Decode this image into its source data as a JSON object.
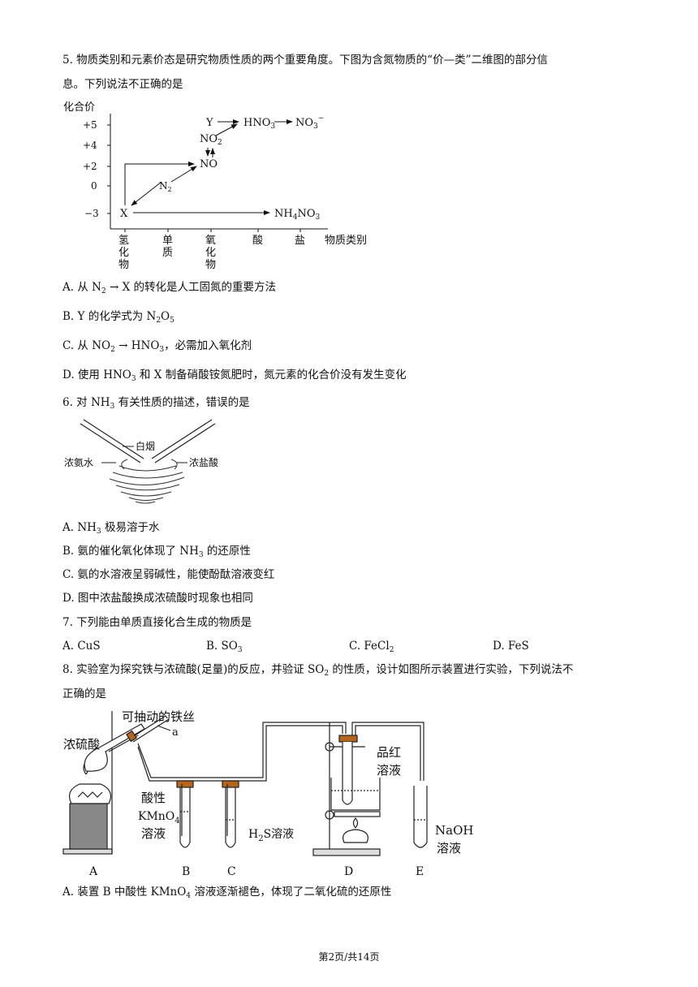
{
  "q5": {
    "stem_line1": "5. 物质类别和元素价态是研究物质性质的两个重要角度。下图为含氮物质的“价—类”二维图的部分信",
    "stem_line2": "息。下列说法不正确的是",
    "diagram": {
      "y_axis_label": "化合价",
      "y_ticks": [
        "+5",
        "+4",
        "+2",
        "0",
        "−3"
      ],
      "x_categories": [
        "氢化物",
        "单质",
        "氧化物",
        "酸",
        "盐"
      ],
      "x_axis_label": "物质类别",
      "species": {
        "Y": "Y",
        "HNO3": "HNO",
        "HNO3_sub": "3",
        "NO3": "NO",
        "NO3_sub": "3",
        "NO3_sup": "−",
        "NO2": "NO",
        "NO2_sub": "2",
        "NO": "NO",
        "N2": "N",
        "N2_sub": "2",
        "X": "X",
        "NH4NO3_a": "NH",
        "NH4NO3_sub": "4",
        "NH4NO3_b": "NO",
        "NH4NO3_sub2": "3"
      }
    },
    "options": {
      "A_pre": "A. 从 N",
      "A_sub": "2",
      "A_mid": " → X 的转化是人工固氮的重要方法",
      "B_pre": "B. Y 的化学式为 N",
      "B_sub1": "2",
      "B_mid": "O",
      "B_sub2": "5",
      "C_pre": "C. 从 NO",
      "C_sub1": "2",
      "C_mid": " → HNO",
      "C_sub2": "3",
      "C_post": "，必需加入氧化剂",
      "D_pre": "D. 使用 HNO",
      "D_sub": "3",
      "D_post": " 和 X 制备硝酸铵氮肥时，氮元素的化合价没有发生变化"
    }
  },
  "q6": {
    "stem_pre": "6. 对 NH",
    "stem_sub": "3",
    "stem_post": " 有关性质的描述，错误的是",
    "figure": {
      "left": "浓氨水",
      "middle": "白烟",
      "right": "浓盐酸"
    },
    "options": {
      "A_pre": "A. NH",
      "A_sub": "3",
      "A_post": " 极易溶于水",
      "B_pre": "B. 氨的催化氧化体现了 NH",
      "B_sub": "3",
      "B_post": " 的还原性",
      "C": "C. 氨的水溶液呈弱碱性，能使酚酞溶液变红",
      "D": "D. 图中浓盐酸换成浓硫酸时现象也相同"
    }
  },
  "q7": {
    "stem": "7. 下列能由单质直接化合生成的物质是",
    "A": "A. CuS",
    "B_pre": "B. SO",
    "B_sub": "3",
    "C_pre": "C. FeCl",
    "C_sub": "2",
    "D": "D. FeS"
  },
  "q8": {
    "stem_line1_pre": "8. 实验室为探究铁与浓硫酸(足量)的反应，并验证 SO",
    "stem_line1_sub": "2",
    "stem_line1_post": " 的性质，设计如图所示装置进行实验，下列说法不",
    "stem_line2": "正确的是",
    "figure": {
      "iron_wire": "可抽动的铁丝",
      "a": "a",
      "conc_acid": "浓硫酸",
      "b_label1": "酸性",
      "b_label2": "KMnO",
      "b_label2_sub": "4",
      "b_label3": "溶液",
      "c_label_pre": "H",
      "c_label_sub": "2",
      "c_label_post": "S溶液",
      "d_label1": "品红",
      "d_label2": "溶液",
      "e_label1": "NaOH",
      "e_label2": "溶液",
      "letters": [
        "A",
        "B",
        "C",
        "D",
        "E"
      ]
    },
    "A_pre": "A. 装置 B 中酸性 KMnO",
    "A_sub": "4",
    "A_post": " 溶液逐渐褪色，体现了二氧化硫的还原性"
  },
  "footer": "第2页/共14页"
}
